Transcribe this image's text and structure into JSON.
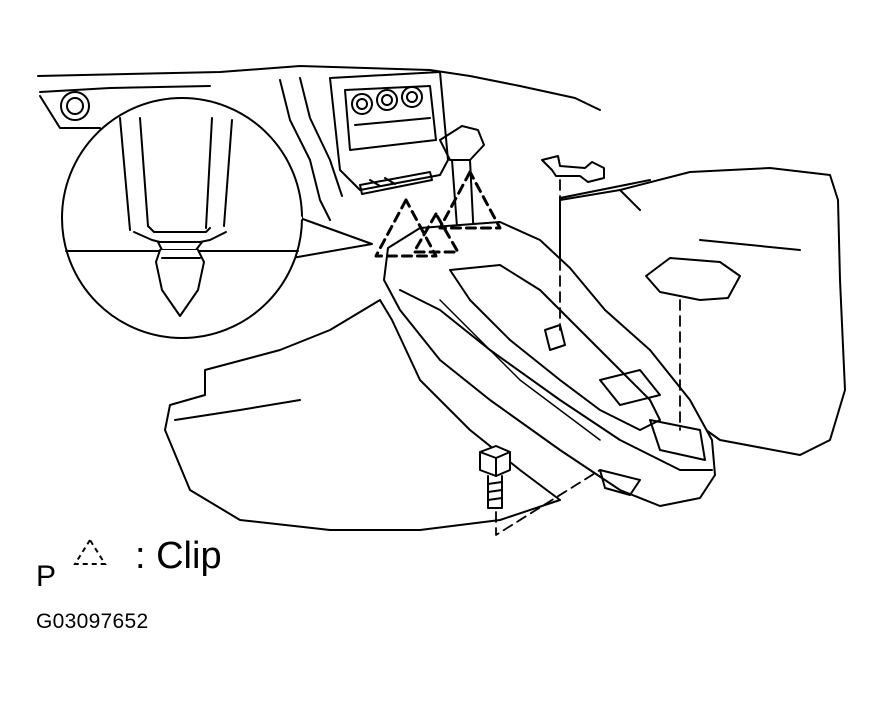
{
  "legend": {
    "prefix": "P",
    "clip_label": ": Clip",
    "icon": "dashed-triangle-icon"
  },
  "figure_id": "G03097652",
  "colors": {
    "line": "#000000",
    "background": "#ffffff"
  }
}
